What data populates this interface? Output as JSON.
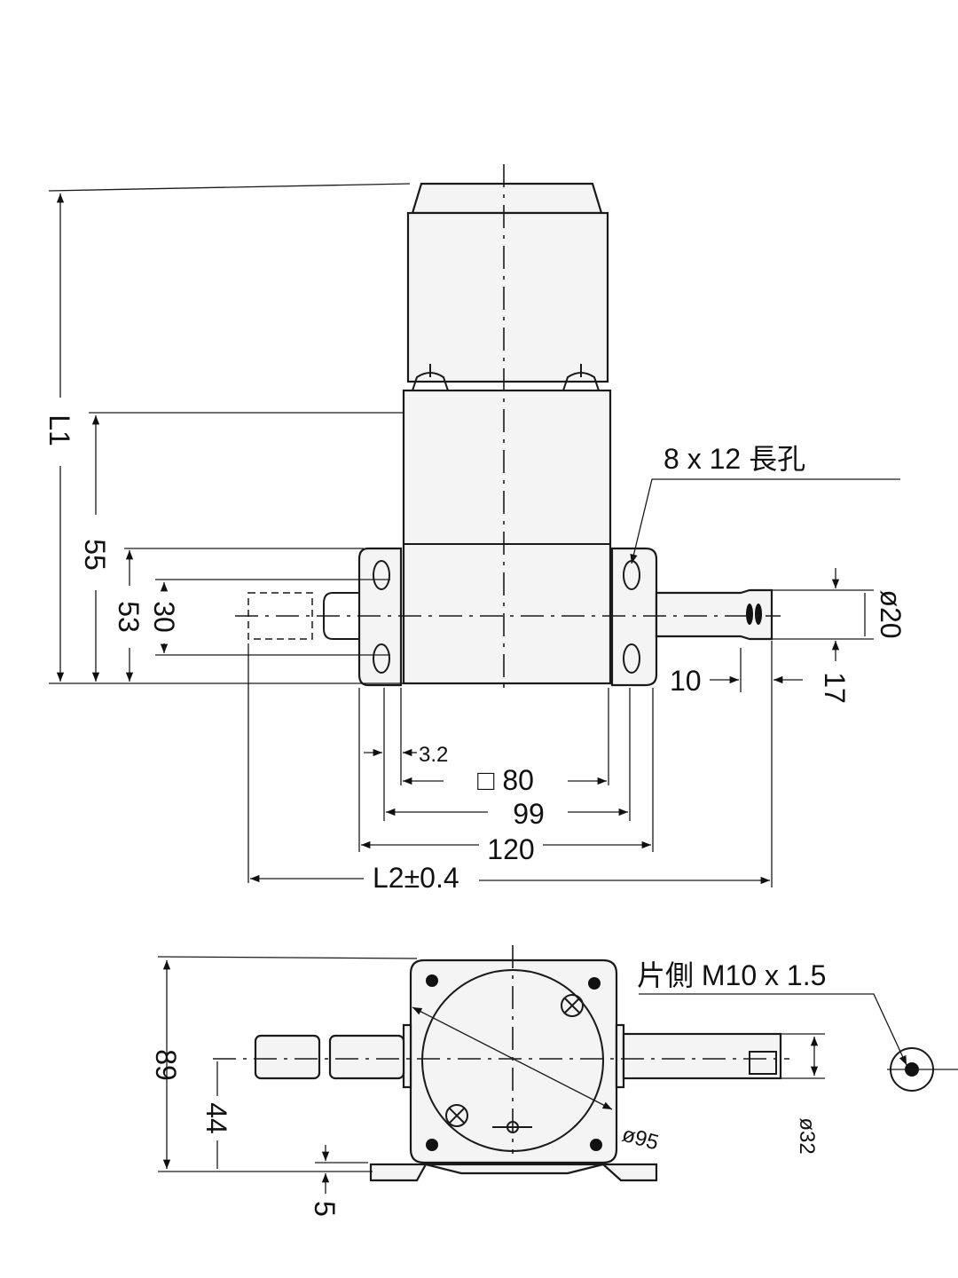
{
  "top_view": {
    "dim_L1": "L1",
    "dim_55": "55",
    "dim_53": "53",
    "dim_30": "30",
    "slot_note": "8 x 12 長孔",
    "dim_shaft_dia": "ø20",
    "dim_10": "10",
    "dim_17": "17",
    "dim_3_2": "3.2",
    "dim_square_80": "□ 80",
    "dim_99": "99",
    "dim_120": "120",
    "dim_L2": "L2±0.4"
  },
  "side_view": {
    "tap_note": "片側 M10 x 1.5",
    "dim_89": "89",
    "dim_44": "44",
    "dim_5": "5",
    "dim_circle_dia": "ø95",
    "dim_hub_dia": "ø32"
  }
}
